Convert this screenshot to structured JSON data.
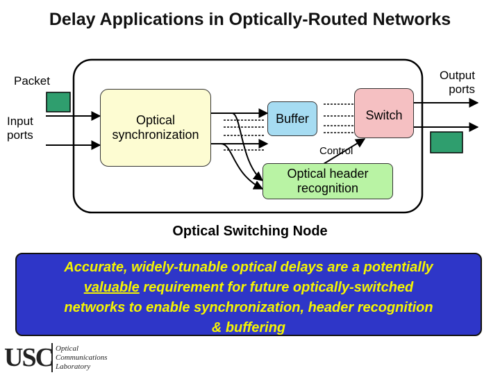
{
  "title": "Delay Applications in Optically-Routed Networks",
  "labels": {
    "packet": "Packet",
    "input_ports": [
      "Input",
      "ports"
    ],
    "output_ports": [
      "Output",
      "ports"
    ],
    "control": "Control"
  },
  "blocks": {
    "sync": [
      "Optical",
      "synchronization"
    ],
    "buffer": "Buffer",
    "switch": "Switch",
    "header": [
      "Optical header",
      "recognition"
    ]
  },
  "caption": "Optical Switching Node",
  "note": {
    "line1": "Accurate, widely-tunable optical delays are a potentially",
    "line2a": "valuable",
    "line2b": " requirement for future optically-switched",
    "line3": "networks to enable synchronization, header recognition",
    "line4": "& buffering"
  },
  "logo": {
    "mark": "USC",
    "text": [
      "Optical",
      "Communications",
      "Laboratory"
    ]
  },
  "colors": {
    "sync_fill": "#fdfcd2",
    "buffer_fill": "#a6dcf2",
    "switch_fill": "#f5c0c2",
    "header_fill": "#b9f3a4",
    "packet_fill": "#2f9e6e",
    "note_bg": "#2e36c8",
    "note_text": "#f6f600"
  }
}
